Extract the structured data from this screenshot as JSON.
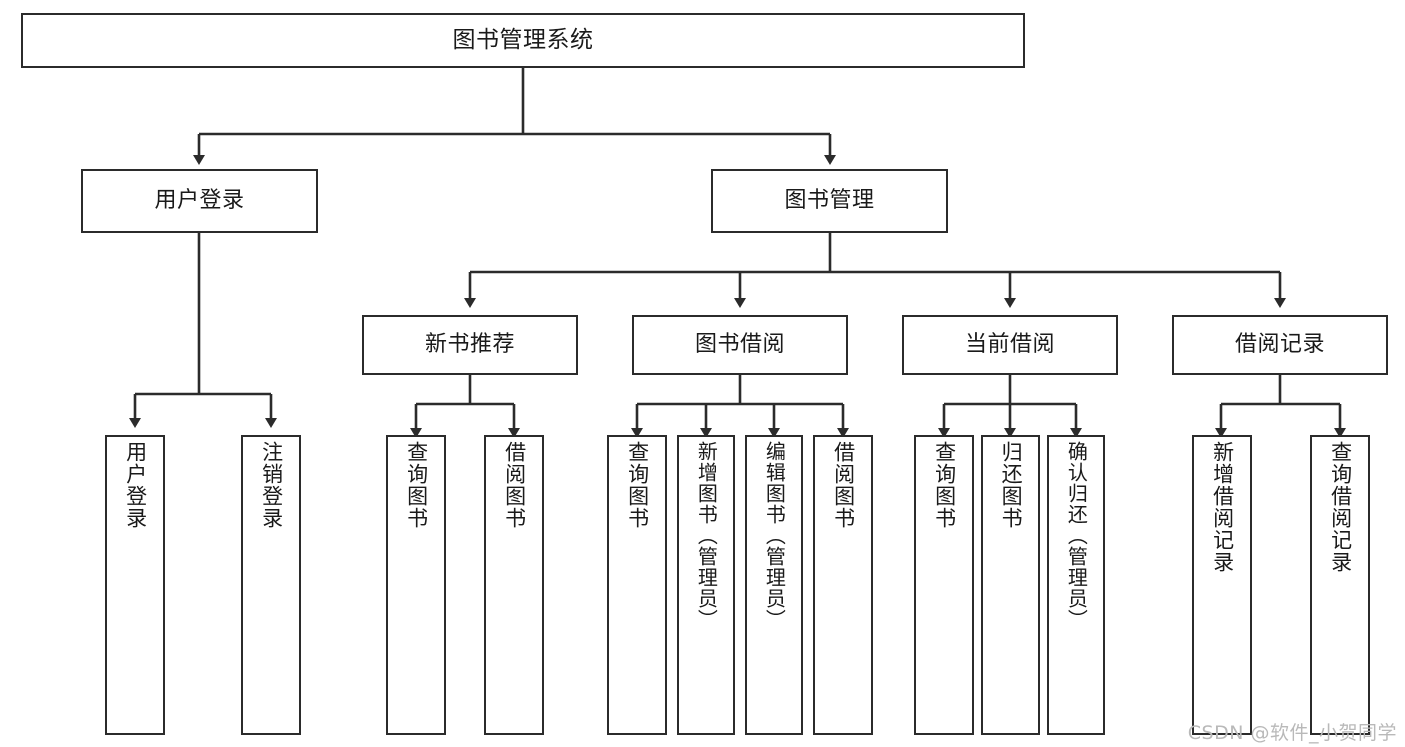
{
  "diagram": {
    "title": "图书管理系统",
    "type": "tree-hierarchy",
    "watermark": "CSDN @软件_小贺同学",
    "colors": {
      "border": "#2b2b2b",
      "background": "#ffffff",
      "text": "#1a1a1a",
      "watermark": "#b9b9b9"
    }
  },
  "nodes": {
    "root": {
      "label": "图书管理系统"
    },
    "level2": [
      {
        "id": "user-login",
        "label": "用户登录"
      },
      {
        "id": "book-management",
        "label": "图书管理"
      }
    ],
    "level3": [
      {
        "id": "new-book-recommend",
        "label": "新书推荐"
      },
      {
        "id": "book-borrow",
        "label": "图书借阅"
      },
      {
        "id": "current-borrow",
        "label": "当前借阅"
      },
      {
        "id": "borrow-record",
        "label": "借阅记录"
      }
    ],
    "leaves": [
      {
        "id": "leaf-user-login",
        "label": "用户登录",
        "parent": "user-login"
      },
      {
        "id": "leaf-logout",
        "label": "注销登录",
        "parent": "user-login"
      },
      {
        "id": "leaf-query-book-1",
        "label": "查询图书",
        "parent": "new-book-recommend"
      },
      {
        "id": "leaf-borrow-book-1",
        "label": "借阅图书",
        "parent": "new-book-recommend"
      },
      {
        "id": "leaf-query-book-2",
        "label": "查询图书",
        "parent": "book-borrow"
      },
      {
        "id": "leaf-add-book",
        "label": "新增图书（管理员）",
        "parent": "book-borrow"
      },
      {
        "id": "leaf-edit-book",
        "label": "编辑图书（管理员）",
        "parent": "book-borrow"
      },
      {
        "id": "leaf-borrow-book-2",
        "label": "借阅图书",
        "parent": "book-borrow"
      },
      {
        "id": "leaf-query-book-3",
        "label": "查询图书",
        "parent": "current-borrow"
      },
      {
        "id": "leaf-return-book",
        "label": "归还图书",
        "parent": "current-borrow"
      },
      {
        "id": "leaf-confirm-return",
        "label": "确认归还（管理员）",
        "parent": "current-borrow"
      },
      {
        "id": "leaf-add-record",
        "label": "新增借阅记录",
        "parent": "borrow-record"
      },
      {
        "id": "leaf-query-record",
        "label": "查询借阅记录",
        "parent": "borrow-record"
      }
    ]
  }
}
